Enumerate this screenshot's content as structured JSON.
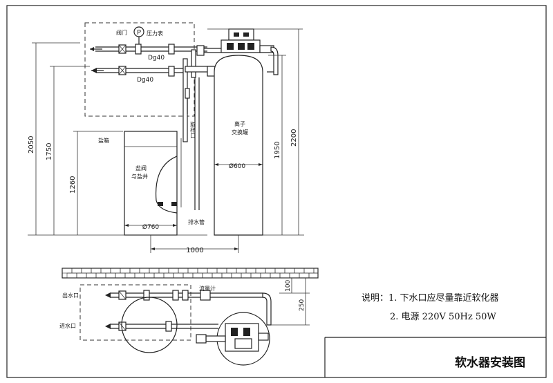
{
  "labels": {
    "valve": "阀门",
    "pressure_gauge": "压力表",
    "gauge_symbol": "P",
    "pipe_size_top": "Dg40",
    "pipe_size_bottom": "Dg40",
    "salt_tank": "盐箱",
    "salt_valve_well_line1": "盐阀",
    "salt_valve_well_line2": "与盐井",
    "sampling_port": "取样口",
    "ion_exchanger_line1": "离子",
    "ion_exchanger_line2": "交换罐",
    "drain_pipe": "排水管",
    "outlet": "出水口",
    "inlet": "进水口",
    "flowmeter": "流量计"
  },
  "dimensions": {
    "d2050": "2050",
    "d1750": "1750",
    "d1260": "1260",
    "d1950": "1950",
    "d2200": "2200",
    "tank_diameter": "Ø600",
    "salt_diameter": "Ø760",
    "spacing": "1000",
    "wall_100": "100",
    "wall_250": "250"
  },
  "notes": {
    "heading": "说明：",
    "item1": "1. 下水口应尽量靠近软化器",
    "item2": "2. 电源 220V 50Hz 50W"
  },
  "title": "软水器安装图"
}
